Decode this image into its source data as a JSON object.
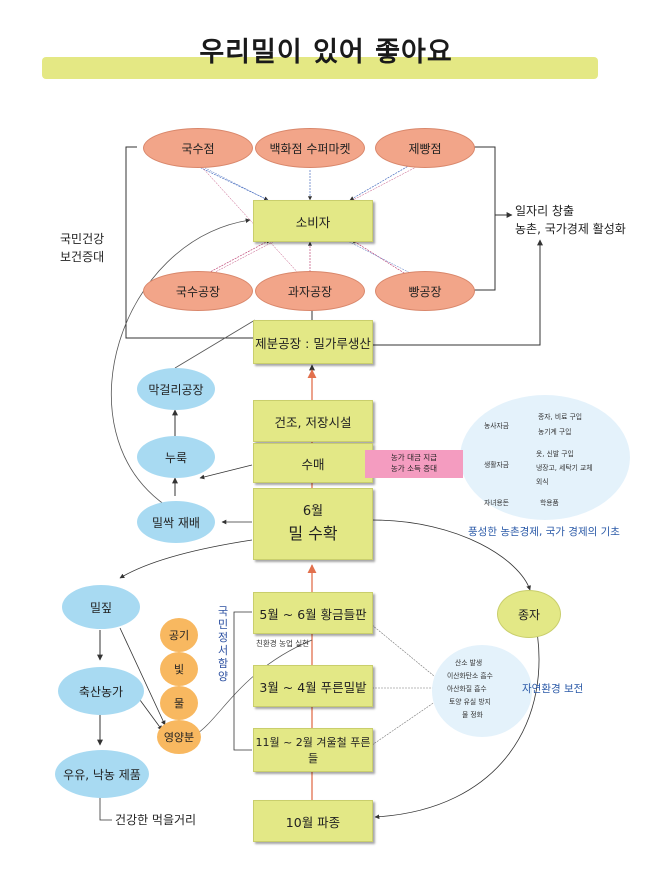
{
  "title": "우리밀이 있어 좋아요",
  "shops": [
    "국수점",
    "백화점 수퍼마켓",
    "제빵점"
  ],
  "consumer": "소비자",
  "factories": [
    "국수공장",
    "과자공장",
    "빵공장"
  ],
  "left_label": [
    "국민건강",
    "보건증대"
  ],
  "right_label": [
    "일자리 창출",
    "농촌, 국가경제 활성화"
  ],
  "flour_mill": "제분공장 : 밀가루생산",
  "storage": "건조, 저장시설",
  "purchase": "수매",
  "harvest": {
    "month": "6월",
    "label": "밀 수확"
  },
  "pink_note": [
    "농가 대금 지급",
    "농가 소득 증대"
  ],
  "cloud_top": {
    "groups": [
      {
        "head": "농사자금",
        "items": [
          "종자, 비료 구입",
          "농기계 구입"
        ]
      },
      {
        "head": "생활자금",
        "items": [
          "옷, 신발 구입",
          "냉장고, 세탁기 교체",
          "외식"
        ]
      },
      {
        "head": "자녀용돈",
        "items": [
          "학용품"
        ]
      }
    ],
    "caption": "풍성한 농촌경제, 국가 경제의 기초"
  },
  "left_chain": [
    "막걸리공장",
    "누룩",
    "밀싹 재배"
  ],
  "straw": "밀짚",
  "livestock": "축산농가",
  "dairy": "우유, 낙농 제품",
  "healthy_food": "건강한 먹을거리",
  "elements": [
    "공기",
    "빛",
    "물",
    "영양분"
  ],
  "vertical_label": "국민정서함양",
  "eco_farming": "친환경 농업 실현",
  "seasons": [
    "5월 ~ 6월 황금들판",
    "3월 ~ 4월 푸른밀밭",
    "11월 ~ 2월 겨울철 푸른들",
    "10월 파종"
  ],
  "seed": "종자",
  "cloud_bottom": {
    "items": [
      "산소 발생",
      "이산화탄소 흡수",
      "아산화질 흡수",
      "토양 유실 방지",
      "물 정화"
    ],
    "caption": "자연환경 보전"
  },
  "colors": {
    "box": "#e3e886",
    "oval": "#f2a589",
    "bubble": "#a8daf2",
    "orange": "#f8b860",
    "pink": "#f49cc0",
    "title_bar": "#e4e884"
  }
}
